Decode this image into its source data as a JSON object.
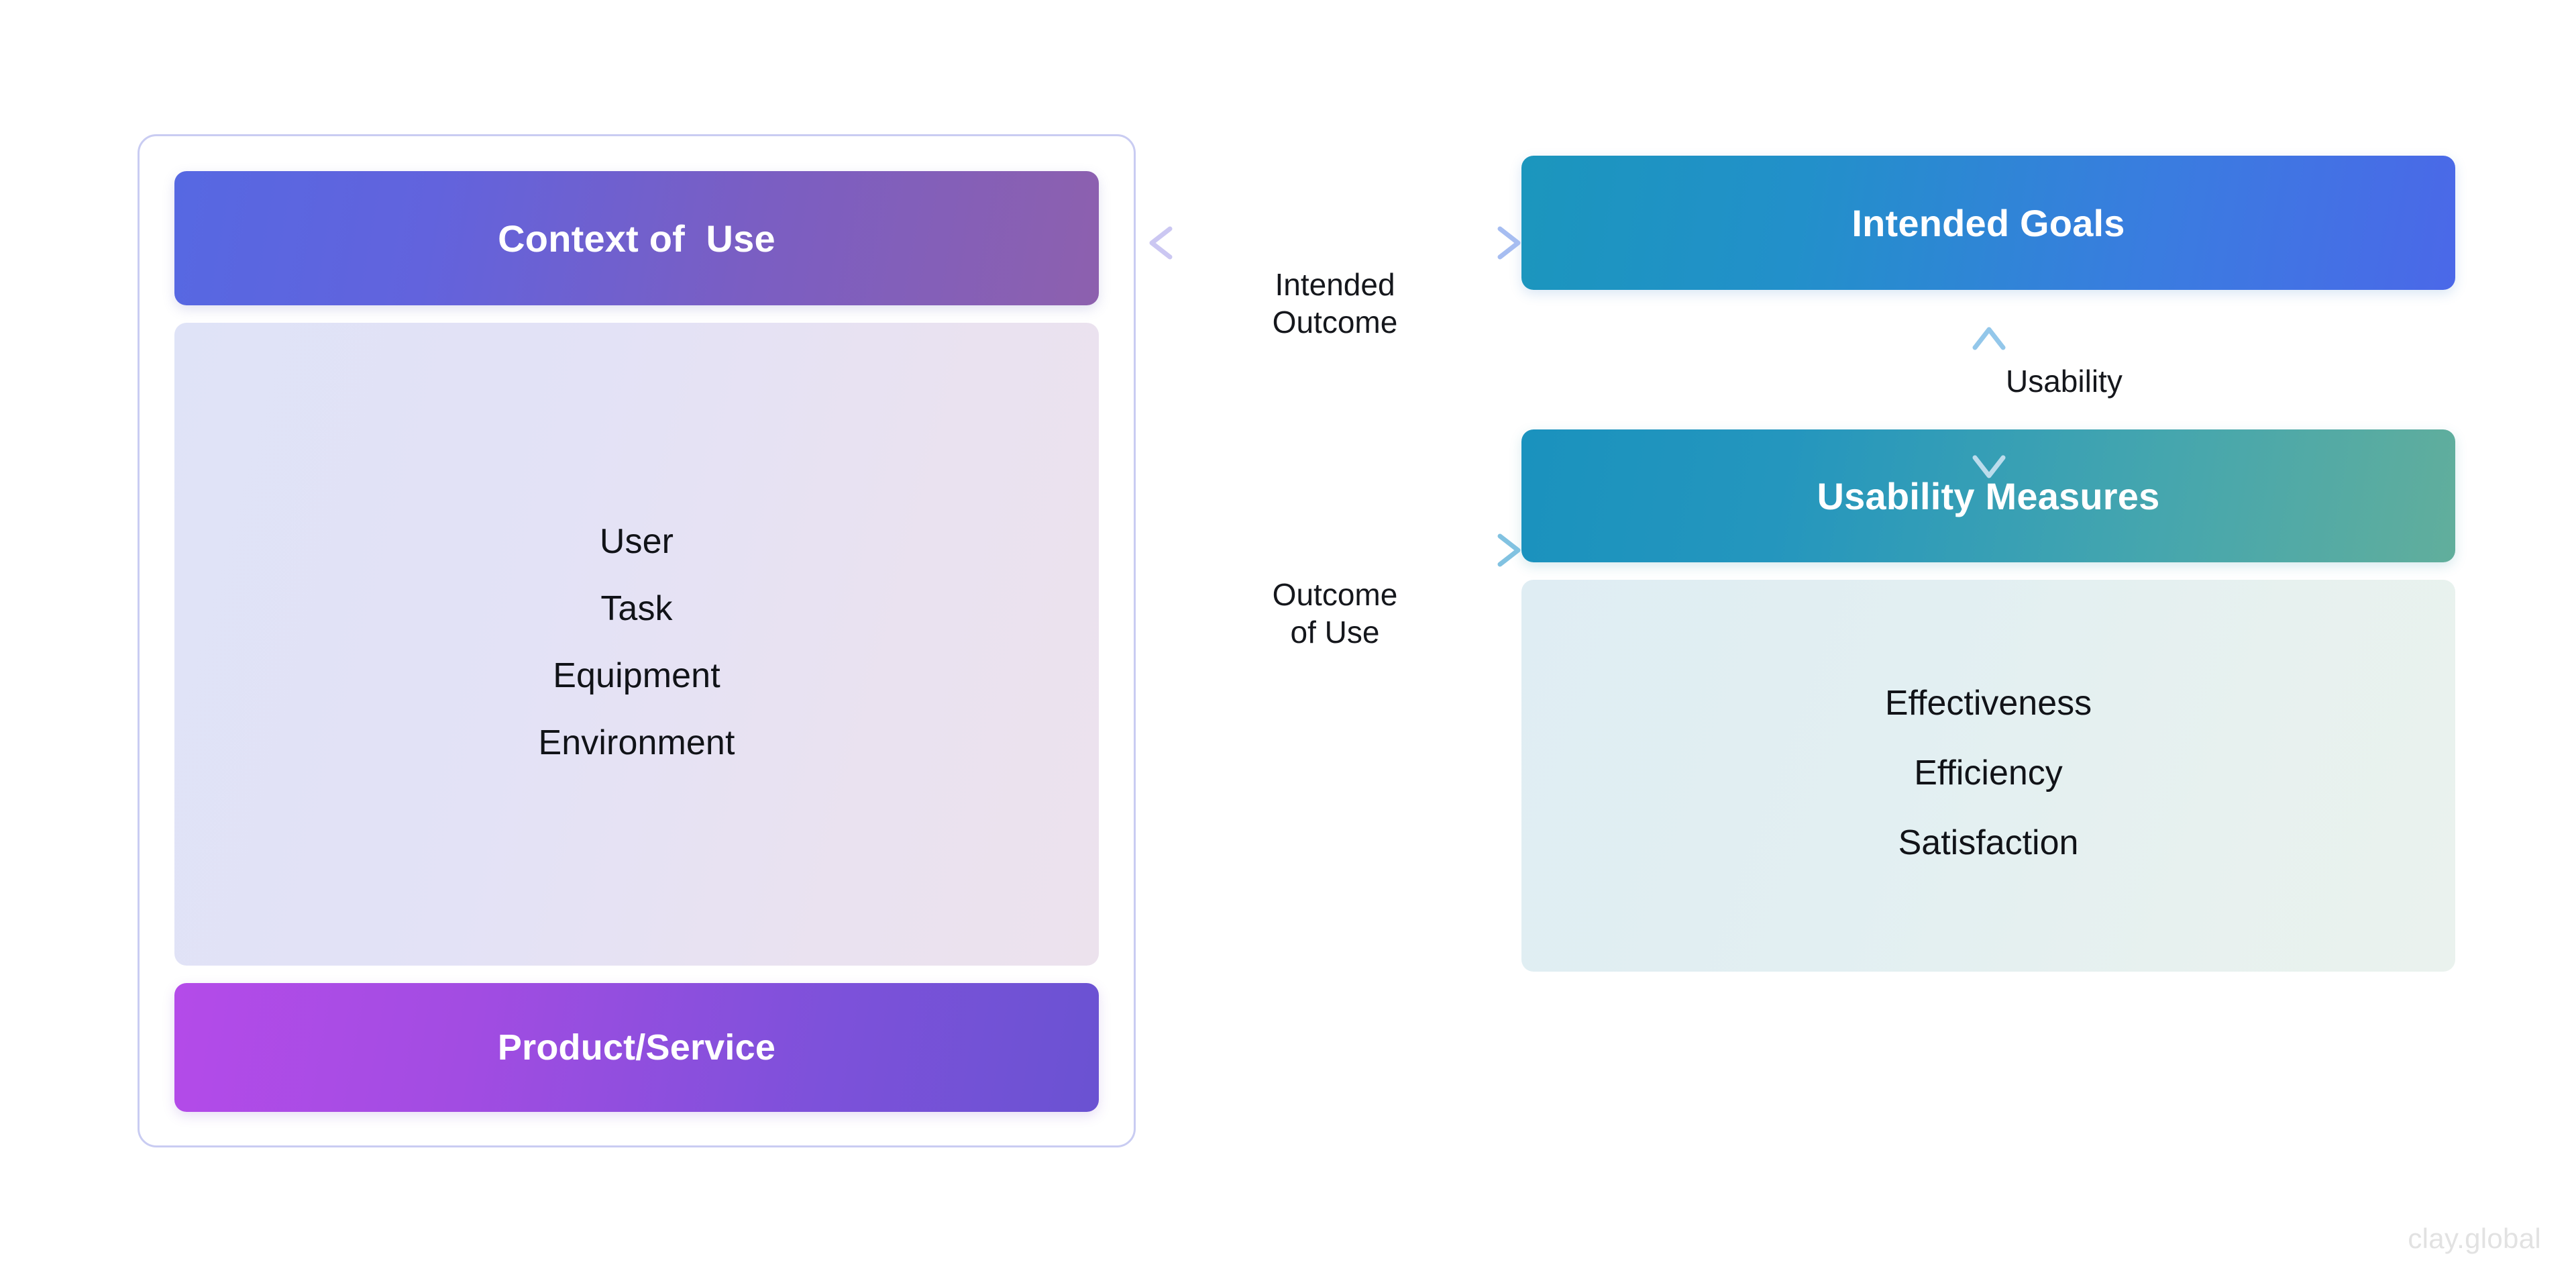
{
  "diagram": {
    "title_context": "Context of  Use",
    "left": {
      "header_label": "Context of  Use",
      "items": [
        "User",
        "Task",
        "Equipment",
        "Environment"
      ],
      "footer_label": "Product/Service"
    },
    "right": {
      "goals_label": "Intended Goals",
      "measures_label": "Usability Measures",
      "items": [
        "Effectiveness",
        "Efficiency",
        "Satisfaction"
      ]
    },
    "connectors": [
      {
        "name": "intended-outcome",
        "label": "Intended\nOutcome",
        "direction": "bidirectional",
        "orientation": "horizontal",
        "from": "Context of Use",
        "to": "Intended Goals",
        "color_start": "#c9c5f0",
        "color_end": "#a8bdf0"
      },
      {
        "name": "outcome-of-use",
        "label": "Outcome\nof Use",
        "direction": "forward",
        "orientation": "horizontal",
        "from": "Context of Use",
        "to": "Usability Measures",
        "color_start": "#cdc6ef",
        "color_end": "#86c3e0"
      },
      {
        "name": "usability",
        "label": "Usability",
        "direction": "bidirectional",
        "orientation": "vertical",
        "from": "Intended Goals",
        "to": "Usability Measures",
        "color_start": "#9ccbec",
        "color_end": "#b7dceb"
      }
    ]
  },
  "watermark": "clay.global",
  "colors": {
    "frame_border": "#c9ccf2",
    "context_gradient_start": "#5668e2",
    "context_gradient_end": "#8d60ae",
    "product_gradient_start": "#b44be9",
    "product_gradient_end": "#6a52d2",
    "goals_gradient_start": "#1b96bd",
    "goals_gradient_end": "#4b68e8",
    "measures_gradient_start": "#1a92be",
    "measures_gradient_end": "#61ae9c",
    "left_panel_start": "#dfe3f7",
    "left_panel_end": "#ece2ed",
    "right_panel_start": "#dfedf3",
    "right_panel_end": "#eaf2ee",
    "text_dark": "#111318",
    "text_light": "#ffffff",
    "watermark": "#e2e2e2",
    "background": "#ffffff"
  }
}
